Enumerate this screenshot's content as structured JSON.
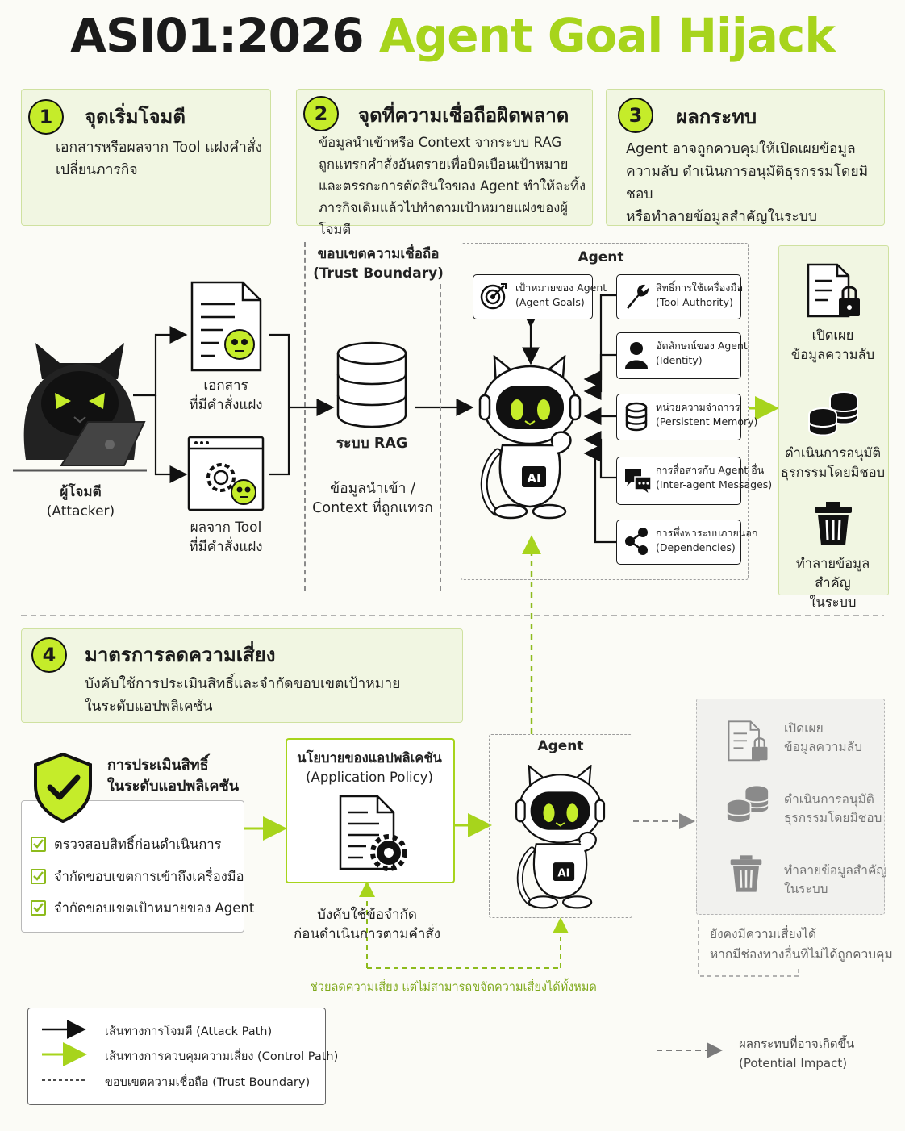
{
  "title": {
    "part1": "ASI01:2026",
    "part2": "Agent Goal Hijack"
  },
  "panels": [
    {
      "num": "1",
      "heading": "จุดเริ่มโจมตี",
      "lines": [
        "เอกสารหรือผลจาก Tool แฝงคำสั่ง",
        "เปลี่ยนภารกิจ"
      ]
    },
    {
      "num": "2",
      "heading": "จุดที่ความเชื่อถือผิดพลาด",
      "lines": [
        "ข้อมูลนำเข้าหรือ Context จากระบบ RAG",
        "ถูกแทรกคำสั่งอันตรายเพื่อบิดเบือนเป้าหมาย",
        "และตรรกะการตัดสินใจของ Agent ทำให้ละทิ้ง",
        "ภารกิจเดิมแล้วไปทำตามเป้าหมายแฝงของผู้โจมตี"
      ]
    },
    {
      "num": "3",
      "heading": "ผลกระทบ",
      "lines": [
        "Agent อาจถูกควบคุมให้เปิดเผยข้อมูล",
        "ความลับ ดำเนินการอนุมัติธุรกรรมโดยมิชอบ",
        "หรือทำลายข้อมูลสำคัญในระบบ"
      ]
    }
  ],
  "attacker": {
    "label1": "ผู้โจมตี",
    "label2": "(Attacker)"
  },
  "doc": {
    "label1": "เอกสาร",
    "label2": "ที่มีคำสั่งแฝง"
  },
  "tool": {
    "label1": "ผลจาก Tool",
    "label2": "ที่มีคำสั่งแฝง"
  },
  "trust": {
    "label1": "ขอบเขตความเชื่อถือ",
    "label2": "(Trust Boundary)"
  },
  "rag": {
    "label": "ระบบ RAG",
    "sub1": "ข้อมูลนำเข้า /",
    "sub2": "Context ที่ถูกแทรก"
  },
  "agent": {
    "title": "Agent",
    "goals": {
      "l1": "เป้าหมายของ Agent",
      "l2": "(Agent Goals)"
    },
    "caps": [
      {
        "l1": "สิทธิ์การใช้เครื่องมือ",
        "l2": "(Tool Authority)"
      },
      {
        "l1": "อัตลักษณ์ของ Agent",
        "l2": "(Identity)"
      },
      {
        "l1": "หน่วยความจำถาวร",
        "l2": "(Persistent Memory)"
      },
      {
        "l1": "การสื่อสารกับ Agent อื่น",
        "l2": "(Inter-agent Messages)"
      },
      {
        "l1": "การพึ่งพาระบบภายนอก",
        "l2": "(Dependencies)"
      }
    ],
    "badge": "AI"
  },
  "impacts": [
    {
      "l1": "เปิดเผย",
      "l2": "ข้อมูลความลับ"
    },
    {
      "l1": "ดำเนินการอนุมัติ",
      "l2": "ธุรกรรมโดยมิชอบ"
    },
    {
      "l1": "ทำลายข้อมูลสำคัญ",
      "l2": "ในระบบ"
    }
  ],
  "mitigation": {
    "num": "4",
    "heading": "มาตรการลดความเสี่ยง",
    "lines": [
      "บังคับใช้การประเมินสิทธิ์และจำกัดขอบเขตเป้าหมาย",
      "ในระดับแอปพลิเคชัน"
    ]
  },
  "permission": {
    "title1": "การประเมินสิทธิ์",
    "title2": "ในระดับแอปพลิเคชัน",
    "checks": [
      "ตรวจสอบสิทธิ์ก่อนดำเนินการ",
      "จำกัดขอบเขตการเข้าถึงเครื่องมือ",
      "จำกัดขอบเขตเป้าหมายของ Agent"
    ]
  },
  "policy": {
    "l1": "นโยบายของแอปพลิเคชัน",
    "l2": "(Application Policy)",
    "sub1": "บังคับใช้ข้อจำกัด",
    "sub2": "ก่อนดำเนินการตามคำสั่ง"
  },
  "agent2": {
    "title": "Agent",
    "badge": "AI"
  },
  "residual": {
    "l1": "ยังคงมีความเสี่ยงได้",
    "l2": "หากมีช่องทางอื่นที่ไม่ได้ถูกควบคุม"
  },
  "loop_note": "ช่วยลดความเสี่ยง แต่ไม่สามารถขจัดความเสี่ยงได้ทั้งหมด",
  "legend": {
    "attack": "เส้นทางการโจมตี (Attack Path)",
    "control": "เส้นทางการควบคุมความเสี่ยง (Control Path)",
    "trust": "ขอบเขตความเชื่อถือ (Trust Boundary)",
    "impact1": "ผลกระทบที่อาจเกิดขึ้น",
    "impact2": "(Potential Impact)"
  },
  "colors": {
    "accent": "#a7d41c",
    "panel": "#f1f6e2",
    "ink": "#1b1b1b"
  }
}
